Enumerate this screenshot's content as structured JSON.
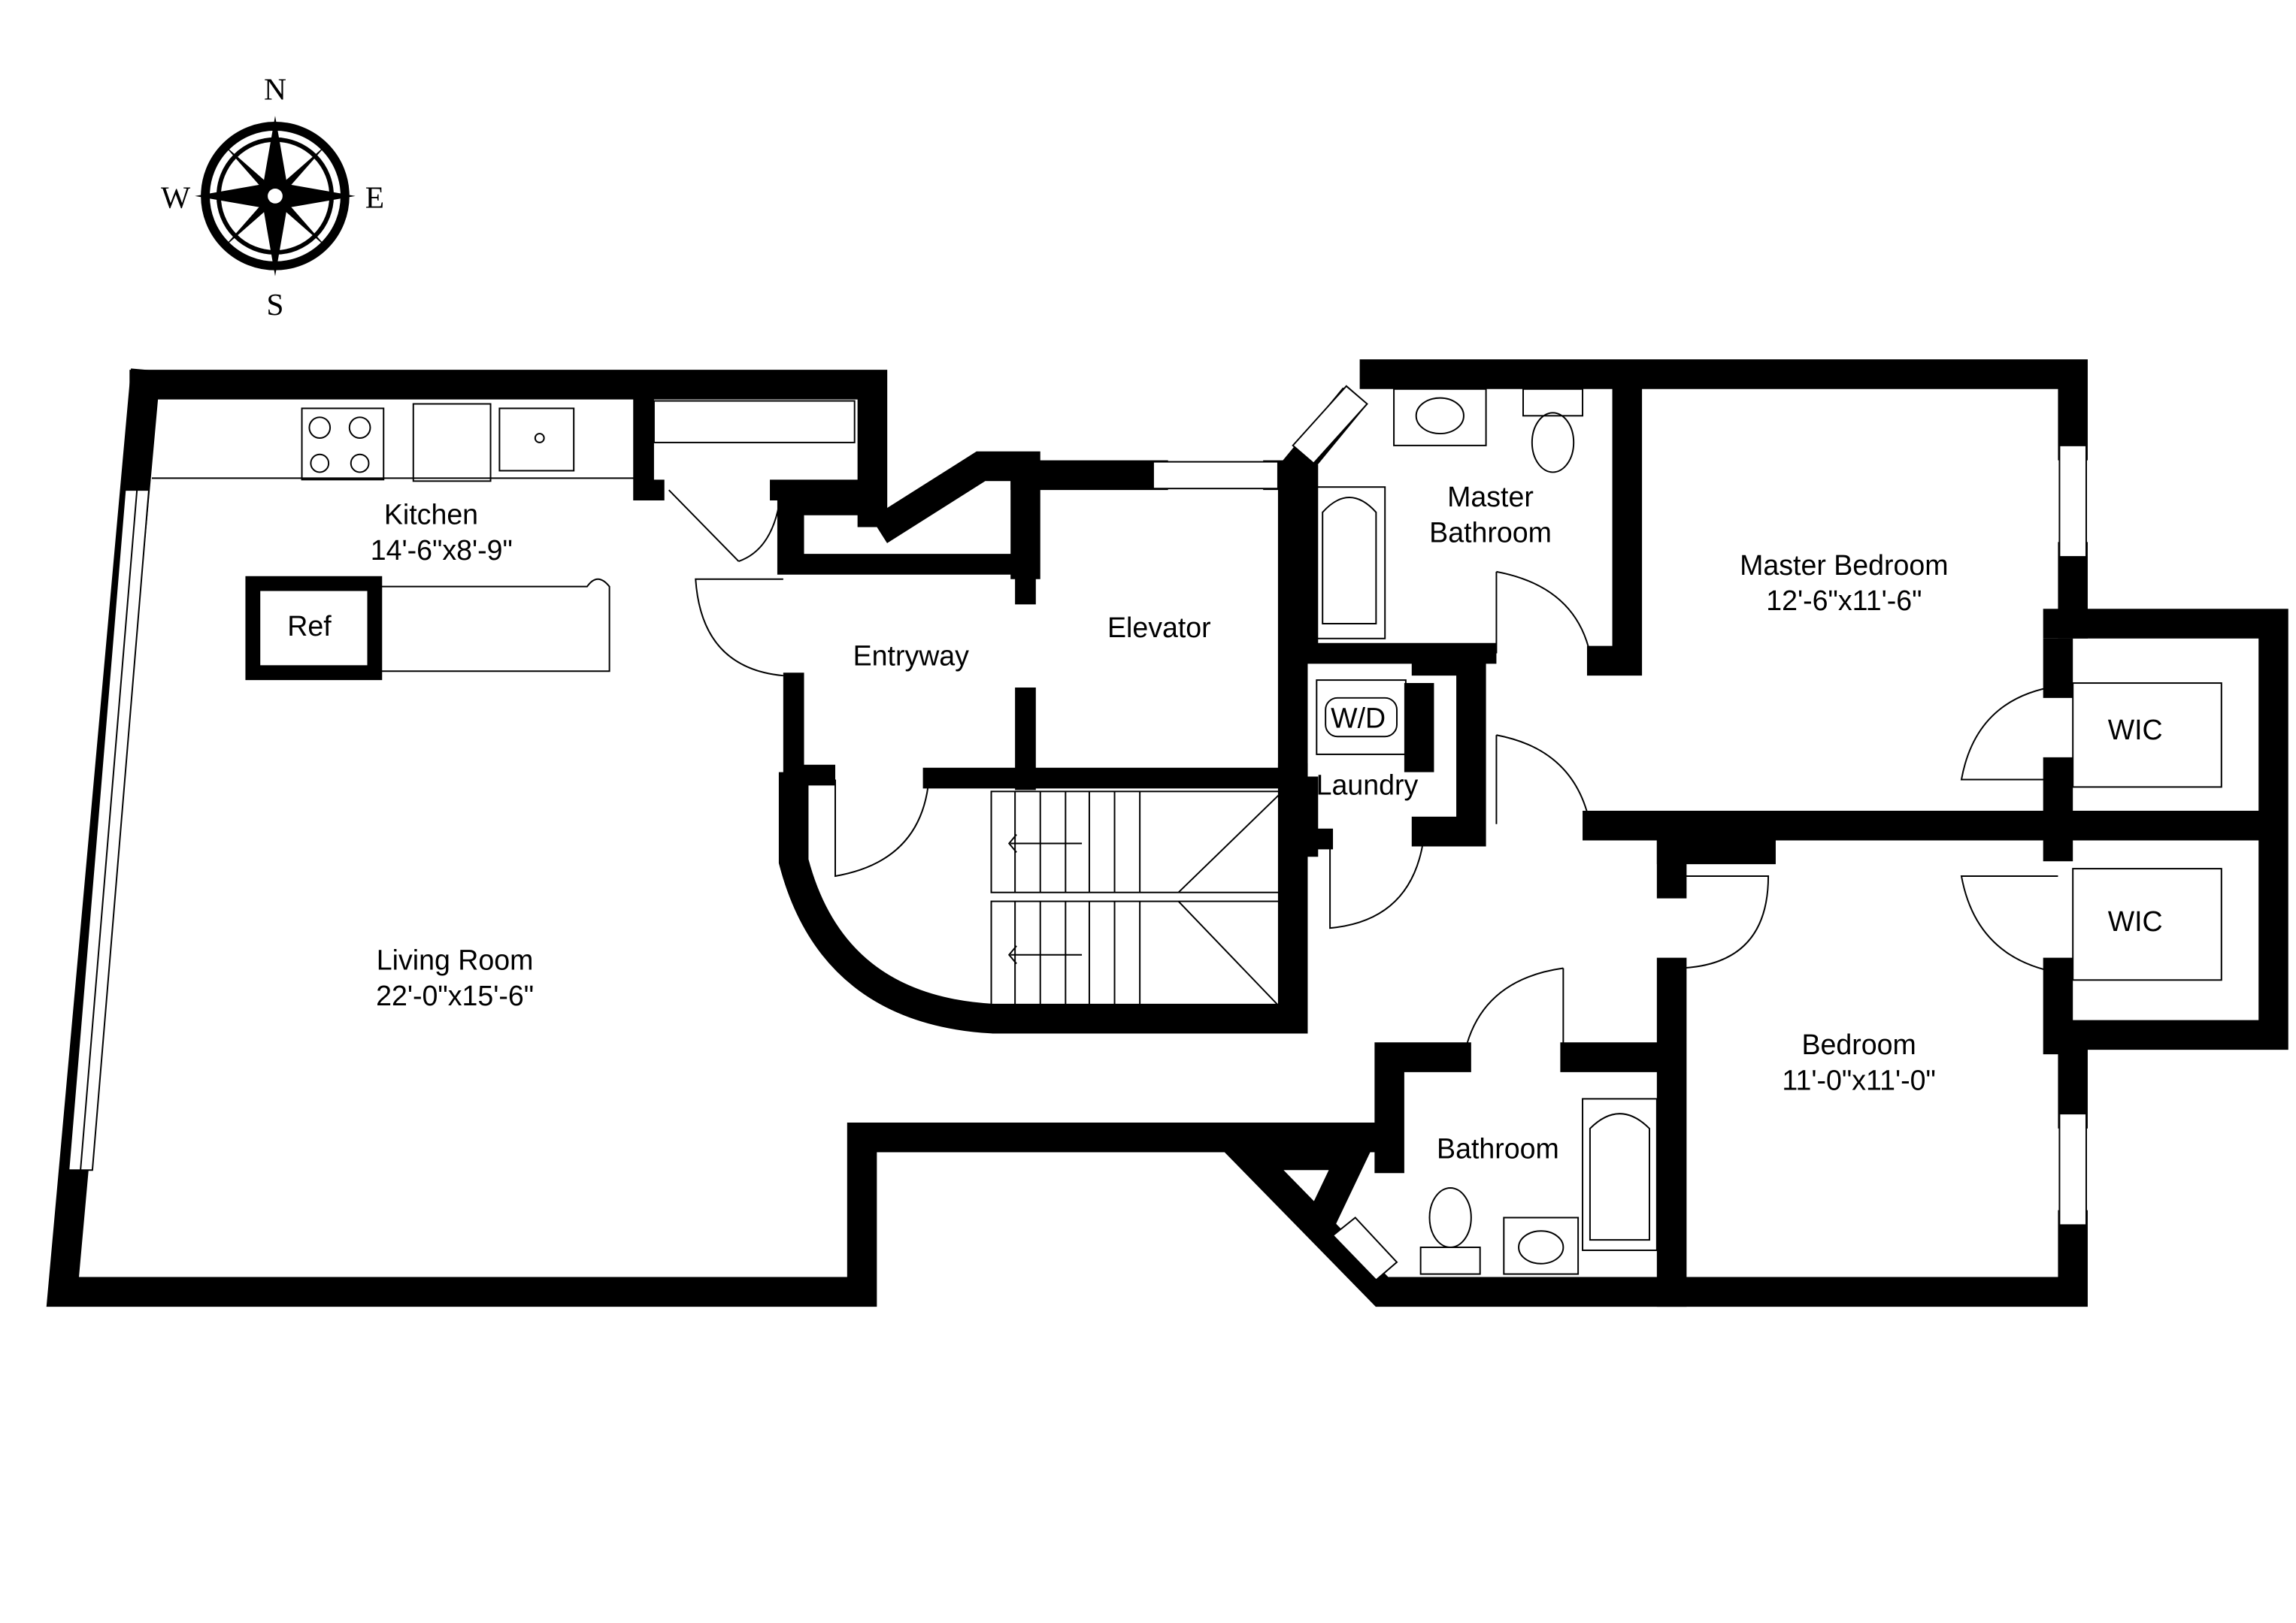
{
  "compass": {
    "north": "N",
    "south": "S",
    "east": "E",
    "west": "W"
  },
  "rooms": {
    "kitchen": {
      "name": "Kitchen",
      "dims": "14'-6\"x8'-9\""
    },
    "refrigerator": {
      "name": "Ref"
    },
    "living_room": {
      "name": "Living Room",
      "dims": "22'-0\"x15'-6\""
    },
    "entryway": {
      "name": "Entryway"
    },
    "elevator": {
      "name": "Elevator"
    },
    "master_bathroom": {
      "name_line1": "Master",
      "name_line2": "Bathroom"
    },
    "master_bedroom": {
      "name": "Master Bedroom",
      "dims": "12'-6\"x11'-6\""
    },
    "washer_dryer": {
      "name": "W/D"
    },
    "laundry": {
      "name": "Laundry"
    },
    "wic_master": {
      "name": "WIC"
    },
    "wic_bedroom": {
      "name": "WIC"
    },
    "bedroom": {
      "name": "Bedroom",
      "dims": "11'-0\"x11'-0\""
    },
    "bathroom": {
      "name": "Bathroom"
    }
  }
}
